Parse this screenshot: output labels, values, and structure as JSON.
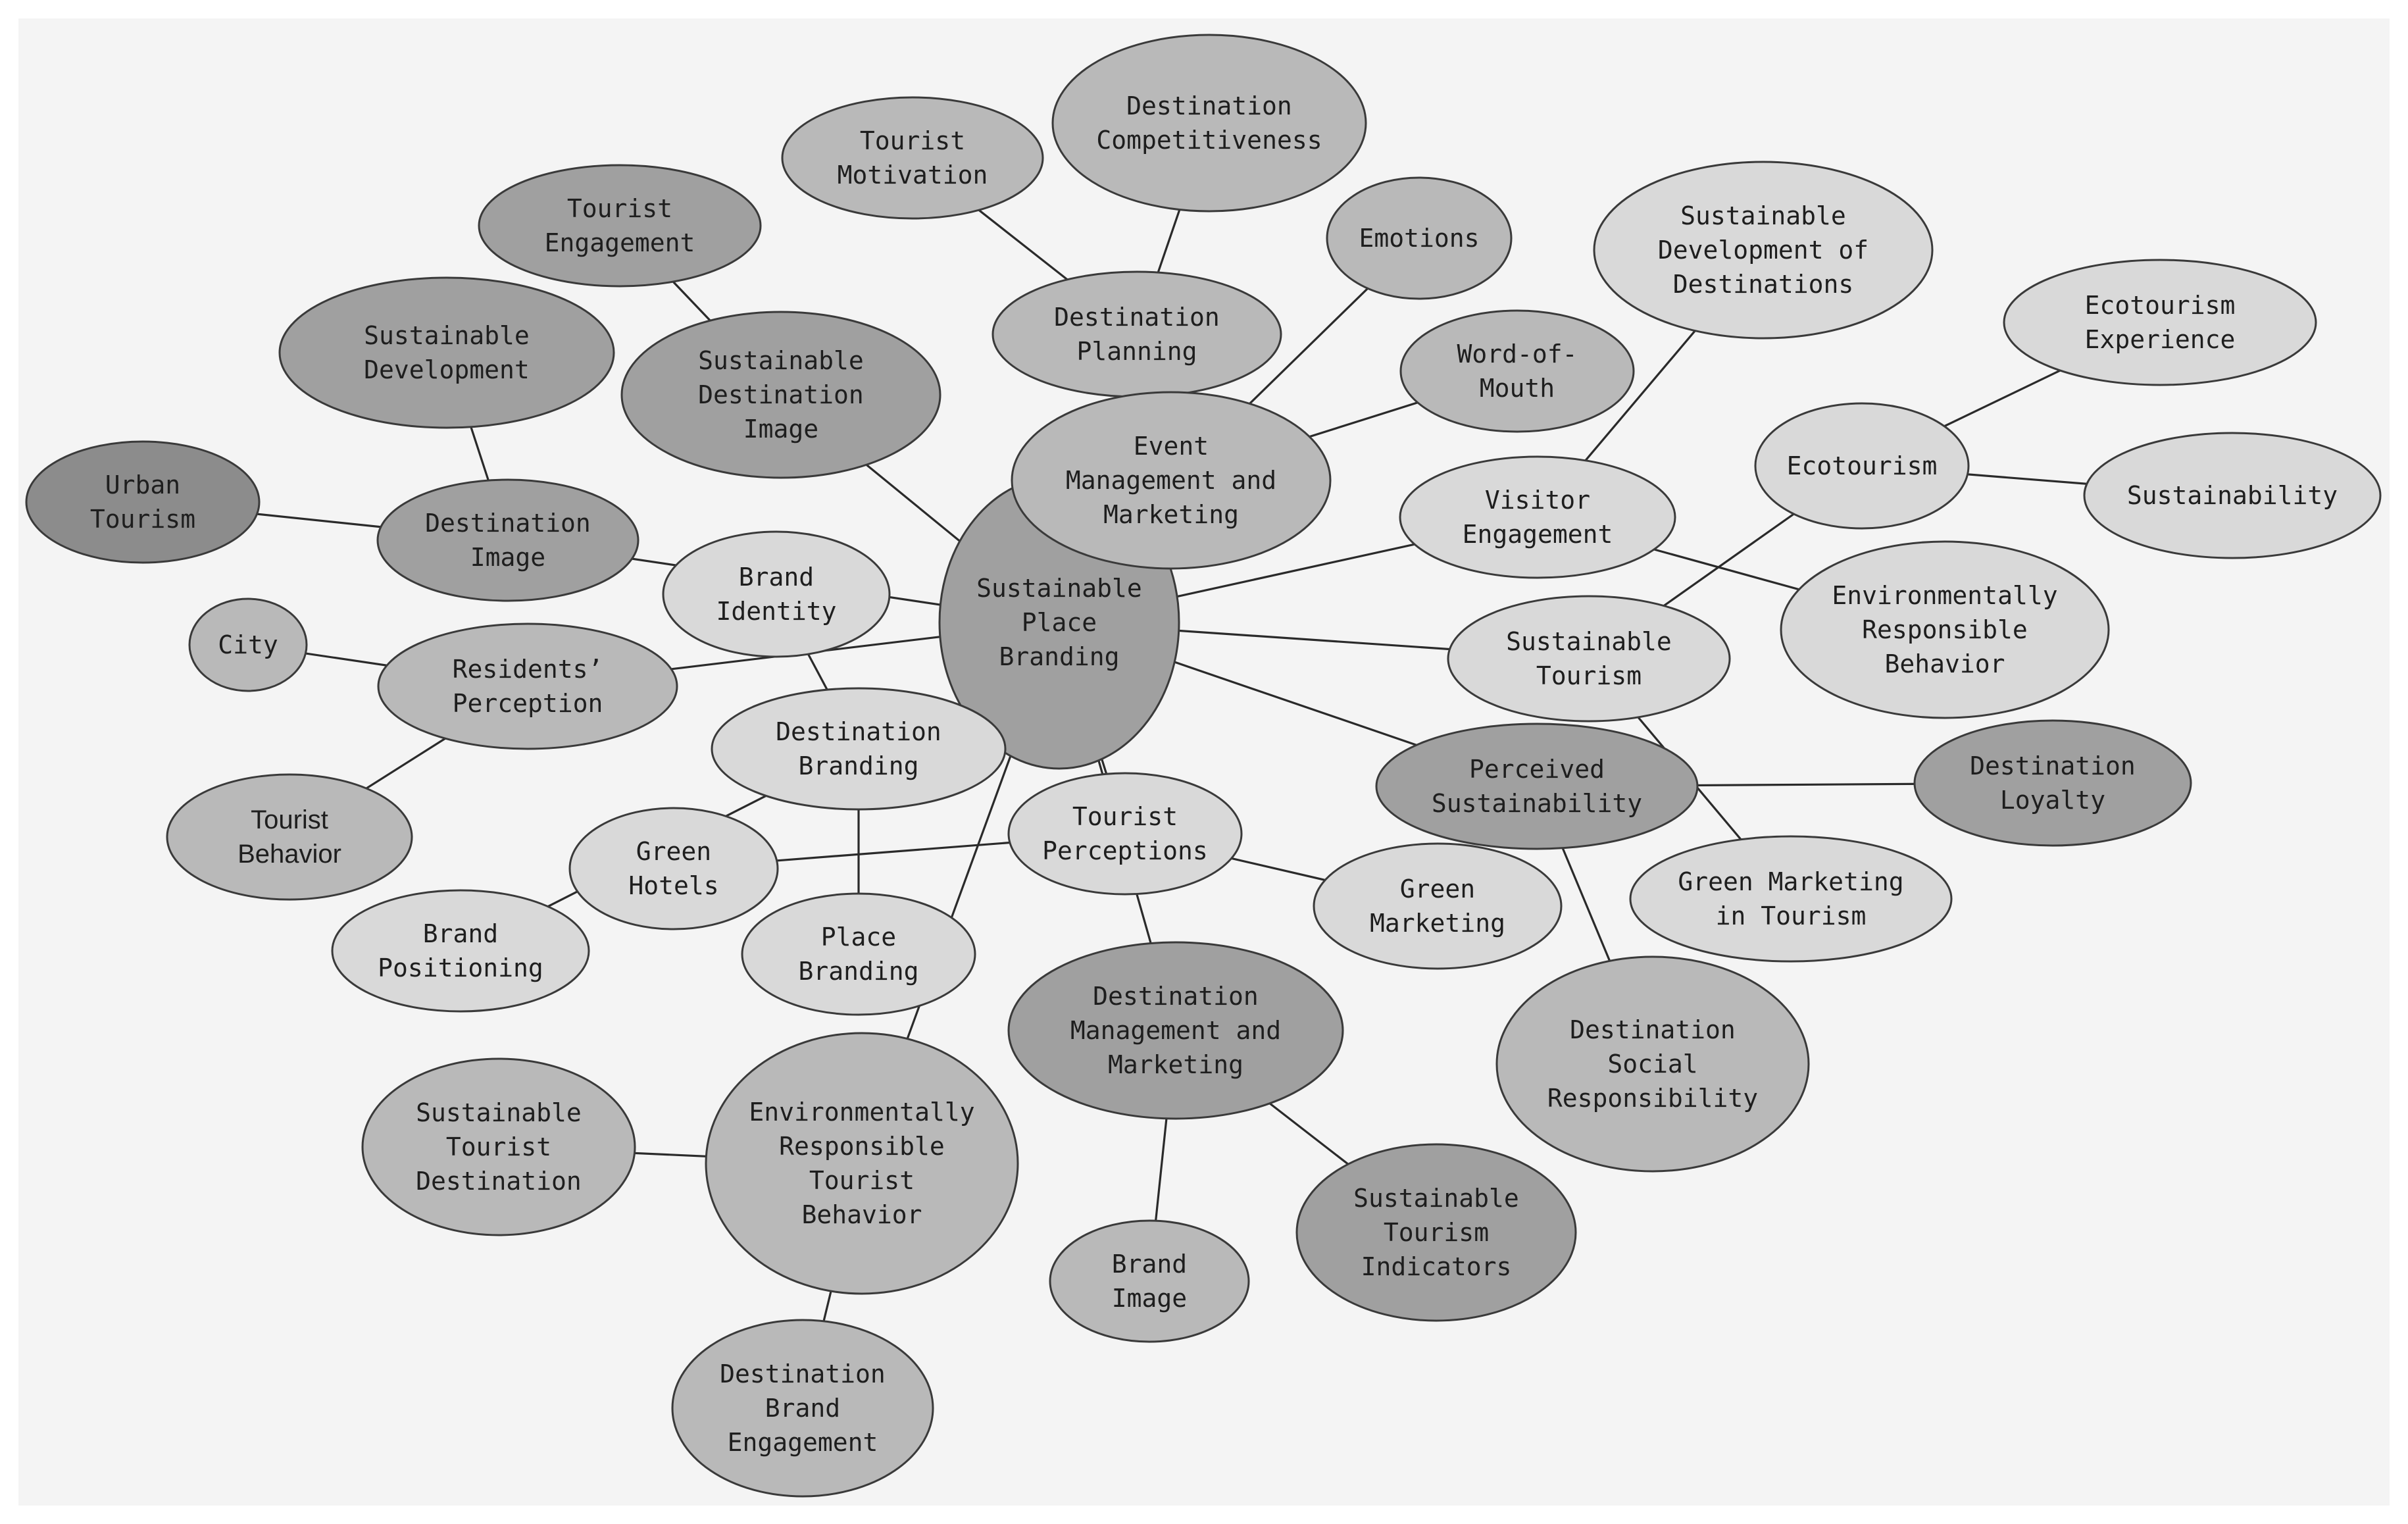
{
  "palette": {
    "background": "#f4f4f4",
    "edge": "#2a2a2a",
    "tone_light": "#d9d9d9",
    "tone_mid": "#b9b9b9",
    "tone_dark": "#a0a0a0",
    "tone_darker": "#8c8c8c"
  },
  "nodes": {
    "spb": {
      "lines": [
        "Sustainable",
        "Place",
        "Branding"
      ],
      "tone": "tone_dark"
    },
    "tm": {
      "lines": [
        "Tourist",
        "Motivation"
      ],
      "tone": "tone_mid"
    },
    "dc": {
      "lines": [
        "Destination",
        "Competitiveness"
      ],
      "tone": "tone_mid"
    },
    "te": {
      "lines": [
        "Tourist",
        "Engagement"
      ],
      "tone": "tone_dark"
    },
    "emo": {
      "lines": [
        "Emotions"
      ],
      "tone": "tone_mid"
    },
    "sdd": {
      "lines": [
        "Sustainable",
        "Development of",
        "Destinations"
      ],
      "tone": "tone_light"
    },
    "sd": {
      "lines": [
        "Sustainable",
        "Development"
      ],
      "tone": "tone_dark"
    },
    "dp": {
      "lines": [
        "Destination",
        "Planning"
      ],
      "tone": "tone_mid"
    },
    "sdi": {
      "lines": [
        "Sustainable",
        "Destination",
        "Image"
      ],
      "tone": "tone_dark"
    },
    "wom": {
      "lines": [
        "Word-of-",
        "Mouth"
      ],
      "tone": "tone_mid"
    },
    "ee": {
      "lines": [
        "Ecotourism",
        "Experience"
      ],
      "tone": "tone_light"
    },
    "ut": {
      "lines": [
        "Urban",
        "Tourism"
      ],
      "tone": "tone_darker"
    },
    "emm": {
      "lines": [
        "Event",
        "Management and",
        "Marketing"
      ],
      "tone": "tone_mid"
    },
    "eco": {
      "lines": [
        "Ecotourism"
      ],
      "tone": "tone_light"
    },
    "sus": {
      "lines": [
        "Sustainability"
      ],
      "tone": "tone_light"
    },
    "di": {
      "lines": [
        "Destination",
        "Image"
      ],
      "tone": "tone_dark"
    },
    "ve": {
      "lines": [
        "Visitor",
        "Engagement"
      ],
      "tone": "tone_light"
    },
    "bi": {
      "lines": [
        "Brand",
        "Identity"
      ],
      "tone": "tone_light"
    },
    "erb": {
      "lines": [
        "Environmentally",
        "Responsible",
        "Behavior"
      ],
      "tone": "tone_light"
    },
    "city": {
      "lines": [
        "City"
      ],
      "tone": "tone_mid"
    },
    "st": {
      "lines": [
        "Sustainable",
        "Tourism"
      ],
      "tone": "tone_light"
    },
    "rp": {
      "lines": [
        "Residents’",
        "Perception"
      ],
      "tone": "tone_mid"
    },
    "db": {
      "lines": [
        "Destination",
        "Branding"
      ],
      "tone": "tone_light"
    },
    "ps": {
      "lines": [
        "Perceived",
        "Sustainability"
      ],
      "tone": "tone_dark"
    },
    "dl": {
      "lines": [
        "Destination",
        "Loyalty"
      ],
      "tone": "tone_dark"
    },
    "tb": {
      "lines": [
        "Tourist",
        "Behavior"
      ],
      "tone": "tone_mid"
    },
    "tp": {
      "lines": [
        "Tourist",
        "Perceptions"
      ],
      "tone": "tone_light"
    },
    "gh": {
      "lines": [
        "Green",
        "Hotels"
      ],
      "tone": "tone_light"
    },
    "gm": {
      "lines": [
        "Green",
        "Marketing"
      ],
      "tone": "tone_light"
    },
    "gmt": {
      "lines": [
        "Green Marketing",
        "in Tourism"
      ],
      "tone": "tone_light"
    },
    "bp": {
      "lines": [
        "Brand",
        "Positioning"
      ],
      "tone": "tone_light"
    },
    "pb": {
      "lines": [
        "Place",
        "Branding"
      ],
      "tone": "tone_light"
    },
    "dmm": {
      "lines": [
        "Destination",
        "Management and",
        "Marketing"
      ],
      "tone": "tone_dark"
    },
    "dsr": {
      "lines": [
        "Destination",
        "Social",
        "Responsibility"
      ],
      "tone": "tone_mid"
    },
    "std": {
      "lines": [
        "Sustainable",
        "Tourist",
        "Destination"
      ],
      "tone": "tone_mid"
    },
    "ertb": {
      "lines": [
        "Environmentally",
        "Responsible",
        "Tourist",
        "Behavior"
      ],
      "tone": "tone_mid"
    },
    "sti": {
      "lines": [
        "Sustainable",
        "Tourism",
        "Indicators"
      ],
      "tone": "tone_dark"
    },
    "bim": {
      "lines": [
        "Brand",
        "Image"
      ],
      "tone": "tone_mid"
    },
    "dbe": {
      "lines": [
        "Destination",
        "Brand",
        "Engagement"
      ],
      "tone": "tone_mid"
    }
  },
  "edges": [
    [
      "spb",
      "emm"
    ],
    [
      "spb",
      "di"
    ],
    [
      "spb",
      "rp"
    ],
    [
      "spb",
      "ve"
    ],
    [
      "spb",
      "st"
    ],
    [
      "spb",
      "ps"
    ],
    [
      "spb",
      "dmm"
    ],
    [
      "spb",
      "ertb"
    ],
    [
      "spb",
      "tp"
    ],
    [
      "spb",
      "sdi"
    ],
    [
      "emm",
      "dp"
    ],
    [
      "emm",
      "emo"
    ],
    [
      "emm",
      "wom"
    ],
    [
      "dp",
      "tm"
    ],
    [
      "dp",
      "dc"
    ],
    [
      "sdi",
      "te"
    ],
    [
      "di",
      "ut"
    ],
    [
      "di",
      "sd"
    ],
    [
      "rp",
      "city"
    ],
    [
      "rp",
      "tb"
    ],
    [
      "db",
      "bi"
    ],
    [
      "db",
      "bp"
    ],
    [
      "db",
      "pb"
    ],
    [
      "tp",
      "gh"
    ],
    [
      "tp",
      "gm"
    ],
    [
      "ve",
      "sdd"
    ],
    [
      "ve",
      "erb"
    ],
    [
      "st",
      "eco"
    ],
    [
      "st",
      "gmt"
    ],
    [
      "eco",
      "ee"
    ],
    [
      "eco",
      "sus"
    ],
    [
      "ps",
      "dl"
    ],
    [
      "ps",
      "dsr"
    ],
    [
      "dmm",
      "bim"
    ],
    [
      "dmm",
      "sti"
    ],
    [
      "ertb",
      "std"
    ],
    [
      "ertb",
      "dbe"
    ]
  ]
}
